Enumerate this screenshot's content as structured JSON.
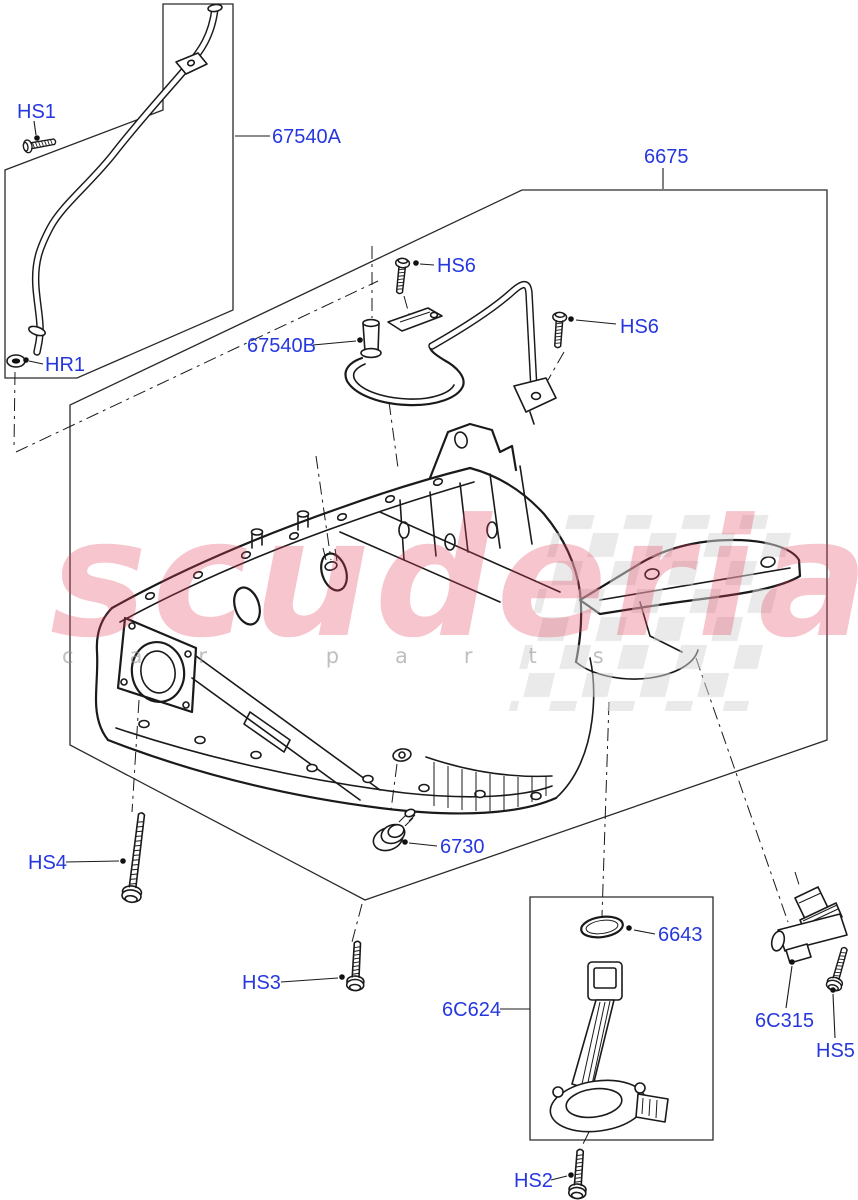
{
  "watermark": {
    "brand": "scuderia",
    "subtitle": "car parts"
  },
  "colors": {
    "callout_label": "#2638dd",
    "line_art": "#1a1a1a",
    "watermark_pink": "#e03e58",
    "watermark_gray": "#949494",
    "checker_gray": "#d7d7d7"
  },
  "callouts": {
    "hs1": "HS1",
    "p67540a": "67540A",
    "p6675": "6675",
    "hs6a": "HS6",
    "hs6b": "HS6",
    "p67540b": "67540B",
    "hr1": "HR1",
    "hs4": "HS4",
    "p6730": "6730",
    "hs3": "HS3",
    "p6c624": "6C624",
    "p6643": "6643",
    "p6c315": "6C315",
    "hs5": "HS5",
    "hs2": "HS2"
  }
}
